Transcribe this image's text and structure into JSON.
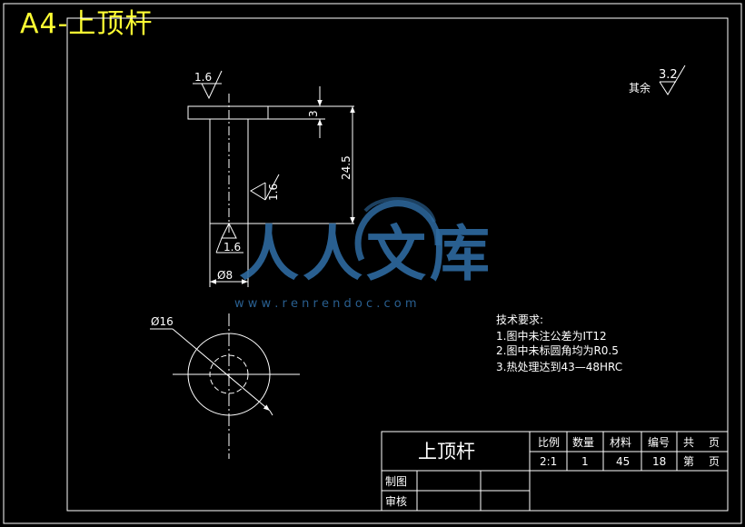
{
  "sheet_title": "A4-上顶杆",
  "roughness": {
    "top_face": "1.6",
    "side_face": "1.6",
    "bottom_face": "1.6",
    "rest_value": "3.2",
    "rest_label": "其余"
  },
  "dimensions": {
    "head_thickness": "3",
    "shank_length": "24.5",
    "shank_diameter": "Ø8",
    "head_diameter": "Ø16"
  },
  "watermark": {
    "text": "人人文库",
    "url": "w w w . r e n r e n d o c . c o m"
  },
  "tech_requirements": {
    "heading": "技术要求:",
    "items": [
      "1.图中未注公差为IT12",
      "2.图中未标圆角均为R0.5",
      "3.热处理达到43—48HRC"
    ]
  },
  "title_block": {
    "part_name": "上顶杆",
    "header_scale": "比例",
    "header_qty": "数量",
    "header_material": "材料",
    "header_code": "编号",
    "header_total": "共",
    "header_page": "页",
    "value_scale": "2:1",
    "value_qty": "1",
    "value_material": "45",
    "value_code": "18",
    "value_sheet": "第",
    "value_page": "页",
    "drawn_label": "制图",
    "checked_label": "审核"
  },
  "colors": {
    "background": "#000000",
    "lines": "#ffffff",
    "title": "#ffff33",
    "watermark": "#2e6aa0"
  }
}
